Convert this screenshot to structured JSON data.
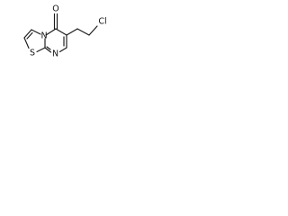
{
  "molecule": {
    "atoms": {
      "oxygen": "O",
      "chlorine": "Cl",
      "sulfur": "S",
      "nitrogen_bridge": "N",
      "nitrogen_ring": "N"
    },
    "bond_color": "#1a1a1a",
    "label_color": "#111111"
  }
}
